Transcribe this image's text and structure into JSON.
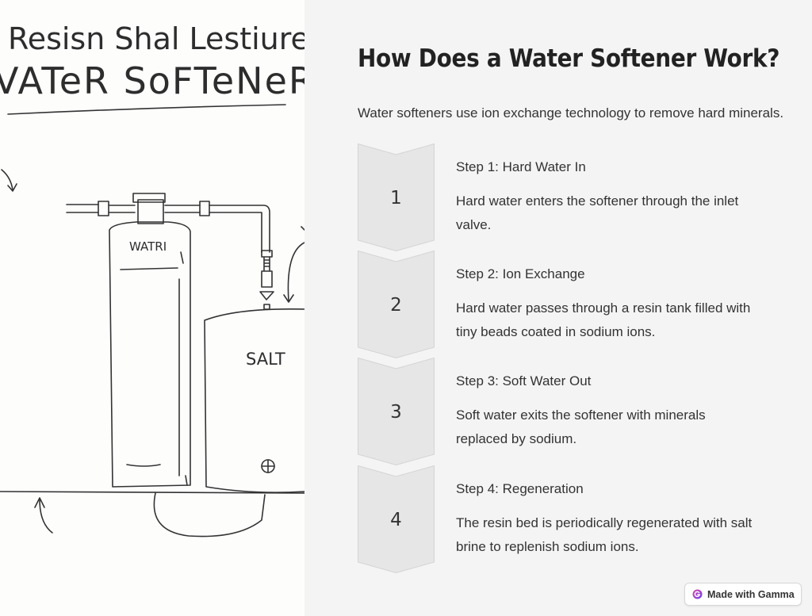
{
  "illustration": {
    "heading_line1": "Resisn Shal Lestiure",
    "heading_line2": "VATeR SoFTeNeR",
    "tank_label": "WATRI",
    "salt_label": "SALT"
  },
  "slide": {
    "title": "How Does a Water Softener Work?",
    "intro": "Water softeners use ion exchange technology to remove hard minerals.",
    "steps": [
      {
        "number": "1",
        "title": "Step 1: Hard Water In",
        "description": "Hard water enters the softener through the inlet valve."
      },
      {
        "number": "2",
        "title": "Step 2: Ion Exchange",
        "description": "Hard water passes through a resin tank filled with tiny beads coated in sodium ions."
      },
      {
        "number": "3",
        "title": "Step 3: Soft Water Out",
        "description": "Soft water exits the softener with minerals replaced by sodium."
      },
      {
        "number": "4",
        "title": "Step 4: Regeneration",
        "description": "The resin bed is periodically regenerated with salt brine to replenish sodium ions."
      }
    ]
  },
  "badge": {
    "label": "Made with Gamma",
    "icon": "gamma-logo-icon"
  },
  "colors": {
    "chevron_fill": "#e6e6e6",
    "chevron_stroke": "#cfcfcf",
    "panel_bg": "#f4f4f4",
    "text": "#333333"
  }
}
